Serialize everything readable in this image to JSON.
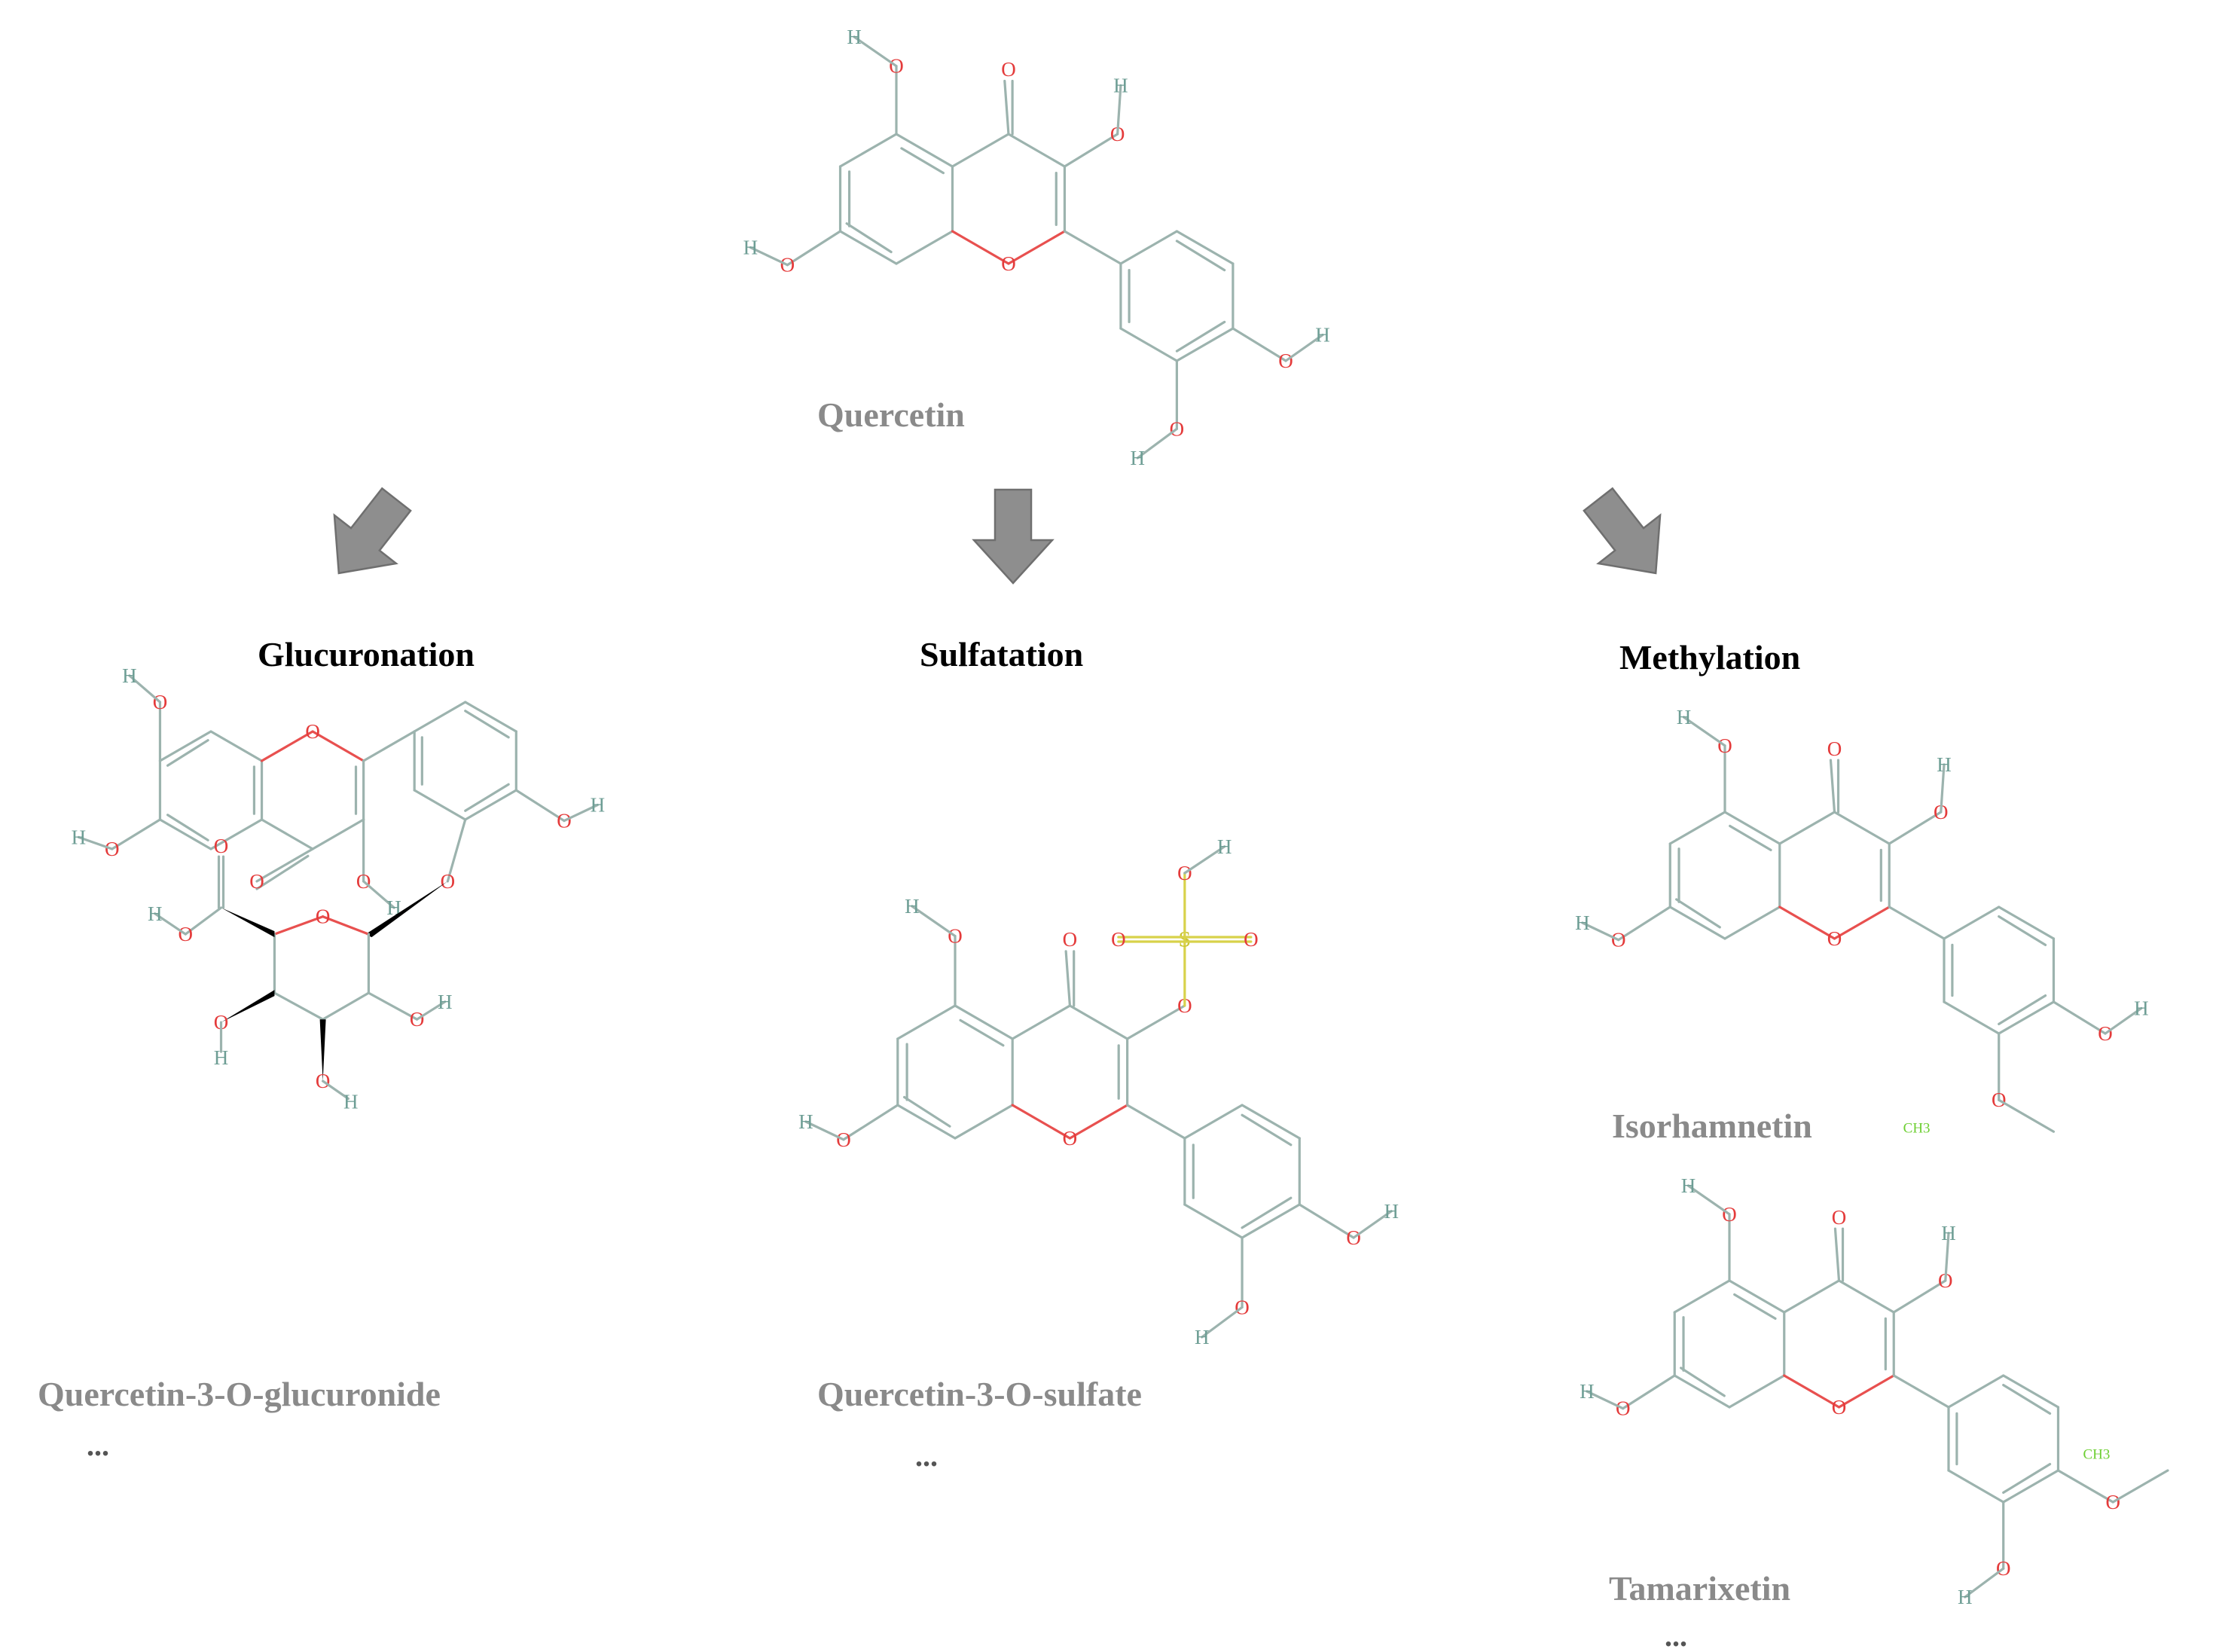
{
  "figure": {
    "parent": {
      "name": "Quercetin"
    },
    "pathways": [
      {
        "id": "glucuronation",
        "label": "Glucuronation",
        "products": [
          {
            "name": "Quercetin-3-O-glucuronide"
          }
        ],
        "more": "..."
      },
      {
        "id": "sulfatation",
        "label": "Sulfatation",
        "products": [
          {
            "name": "Quercetin-3-O-sulfate"
          }
        ],
        "more": "..."
      },
      {
        "id": "methylation",
        "label": "Methylation",
        "products": [
          {
            "name": "Isorhamnetin"
          },
          {
            "name": "Tamarixetin"
          }
        ],
        "more": "..."
      }
    ]
  },
  "atom_labels": {
    "oxygen": "O",
    "hydrogen": "H",
    "sulfur": "S",
    "methyl": "CH3"
  },
  "colors": {
    "bond": "#9cb3ae",
    "oxygen": "#e43b3b",
    "hydrogen": "#6e9e95",
    "sulfur": "#c9c330",
    "methyl": "#6dcf32",
    "arrow": "#8e8e8e"
  }
}
